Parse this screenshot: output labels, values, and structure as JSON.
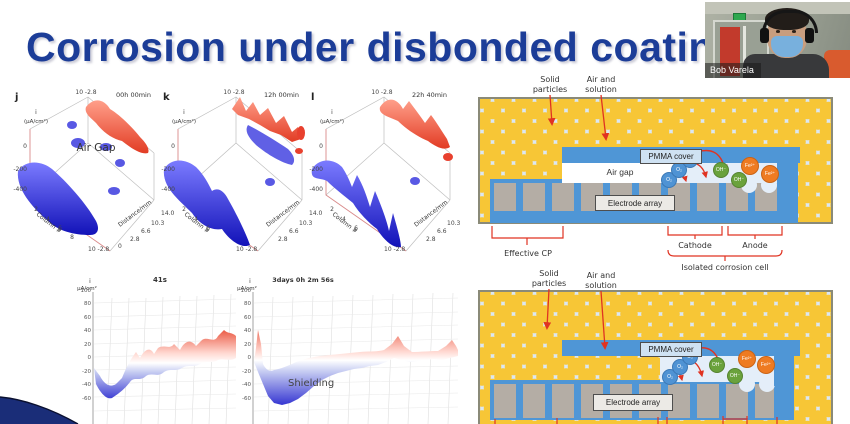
{
  "slide": {
    "title": "Corrosion under disbonded coatings"
  },
  "webcam": {
    "name_label": "Bob Varela"
  },
  "surface_plots": {
    "corner_ticks": "10 -2.8",
    "ylabel_line1": "i",
    "ylabel_line2": "(μA/cm²)",
    "zticks": [
      "0",
      "-200",
      "-400"
    ],
    "xlabel": "Column #",
    "xticks": [
      "2",
      "4",
      "6",
      "8"
    ],
    "dlabel": "Distance/mm",
    "dticks": [
      "0",
      "2.8",
      "6.6",
      "10.3",
      "14.0"
    ],
    "panels": [
      {
        "letter": "j",
        "time": "00h 00min",
        "annotation": "Air Gap"
      },
      {
        "letter": "k",
        "time": "12h 00min"
      },
      {
        "letter": "l",
        "time": "22h 40min"
      }
    ]
  },
  "ridge_plots": {
    "ylabel_line1": "i",
    "ylabel_line2": "μA/cm²",
    "yticks": [
      "100",
      "80",
      "60",
      "40",
      "20",
      "0",
      "-20",
      "-40",
      "-60"
    ],
    "left_title": "41s",
    "right_title": "3days 0h 2m 56s",
    "right_annotation": "Shielding"
  },
  "diagram_top": {
    "label_solid_1": "Solid",
    "label_solid_2": "particles",
    "label_air_1": "Air and",
    "label_air_2": "solution",
    "pmma": "PMMA cover",
    "air_gap": "Air gap",
    "electrode": "Electrode array",
    "ion_o2": "O₂",
    "ion_oh": "OH⁻",
    "ion_fe": "Fe²⁺",
    "effective_cp": "Effective CP",
    "cathode": "Cathode",
    "anode": "Anode",
    "isolated": "Isolated corrosion cell"
  },
  "diagram_bottom": {
    "label_solid_1": "Solid",
    "label_solid_2": "particles",
    "label_air_1": "Air and",
    "label_air_2": "solution",
    "pmma": "PMMA cover",
    "electrode": "Electrode array",
    "ion_o2": "O₂",
    "ion_oh": "OH⁻",
    "ion_fe": "Fe²⁺"
  },
  "chart_data": [
    {
      "type": "surface",
      "panel": "j",
      "title": "00h 00min",
      "xlabel": "Column #",
      "x": [
        2,
        4,
        6,
        8,
        10
      ],
      "ylabel": "Distance/mm",
      "y": [
        0,
        2.8,
        6.6,
        10.3,
        14.0
      ],
      "zlabel": "i (μA/cm²)",
      "zlim": [
        -400,
        100
      ],
      "annotation": "Air Gap",
      "z_uA_per_cm2": [
        [
          -300,
          -380,
          -420,
          -400,
          -350
        ],
        [
          -120,
          -180,
          -160,
          -100,
          -60
        ],
        [
          -10,
          -20,
          -40,
          -10,
          0
        ],
        [
          0,
          -15,
          -5,
          0,
          10
        ],
        [
          40,
          60,
          90,
          50,
          30
        ]
      ]
    },
    {
      "type": "surface",
      "panel": "k",
      "title": "12h 00min",
      "xlabel": "Column #",
      "x": [
        2,
        4,
        6,
        8,
        10
      ],
      "ylabel": "Distance/mm",
      "y": [
        0,
        2.8,
        6.6,
        10.3,
        14.0
      ],
      "zlabel": "i (μA/cm²)",
      "zlim": [
        -400,
        100
      ],
      "z_uA_per_cm2": [
        [
          -350,
          -420,
          -470,
          -430,
          -380
        ],
        [
          -150,
          -220,
          -200,
          -120,
          -70
        ],
        [
          -10,
          -30,
          -60,
          -20,
          0
        ],
        [
          0,
          -10,
          -40,
          -10,
          10
        ],
        [
          60,
          80,
          110,
          70,
          40
        ]
      ]
    },
    {
      "type": "surface",
      "panel": "l",
      "title": "22h 40min",
      "xlabel": "Column #",
      "x": [
        2,
        4,
        6,
        8,
        10
      ],
      "ylabel": "Distance/mm",
      "y": [
        0,
        2.8,
        6.6,
        10.3,
        14.0
      ],
      "zlabel": "i (μA/cm²)",
      "zlim": [
        -400,
        100
      ],
      "z_uA_per_cm2": [
        [
          -380,
          -450,
          -500,
          -460,
          -400
        ],
        [
          -180,
          -260,
          -230,
          -140,
          -80
        ],
        [
          -20,
          -40,
          -80,
          -30,
          0
        ],
        [
          0,
          -20,
          -60,
          -20,
          10
        ],
        [
          80,
          100,
          130,
          80,
          50
        ]
      ]
    },
    {
      "type": "area",
      "title": "41s",
      "ylabel": "i (μA/cm²)",
      "ylim": [
        -60,
        100
      ],
      "grid": true,
      "values": [
        -35,
        -50,
        -55,
        -45,
        -20,
        15,
        -10,
        22,
        8,
        25,
        -12,
        20,
        28,
        -8,
        25,
        30,
        -10,
        28,
        35,
        32
      ]
    },
    {
      "type": "area",
      "title": "3days 0h 2m 56s",
      "ylabel": "i (μA/cm²)",
      "ylim": [
        -60,
        100
      ],
      "grid": true,
      "annotation": "Shielding",
      "values": [
        25,
        -45,
        -52,
        -50,
        -42,
        -32,
        -24,
        -16,
        -10,
        -6,
        -3,
        0,
        24,
        2,
        -2,
        0,
        3,
        5,
        18,
        20
      ]
    }
  ]
}
